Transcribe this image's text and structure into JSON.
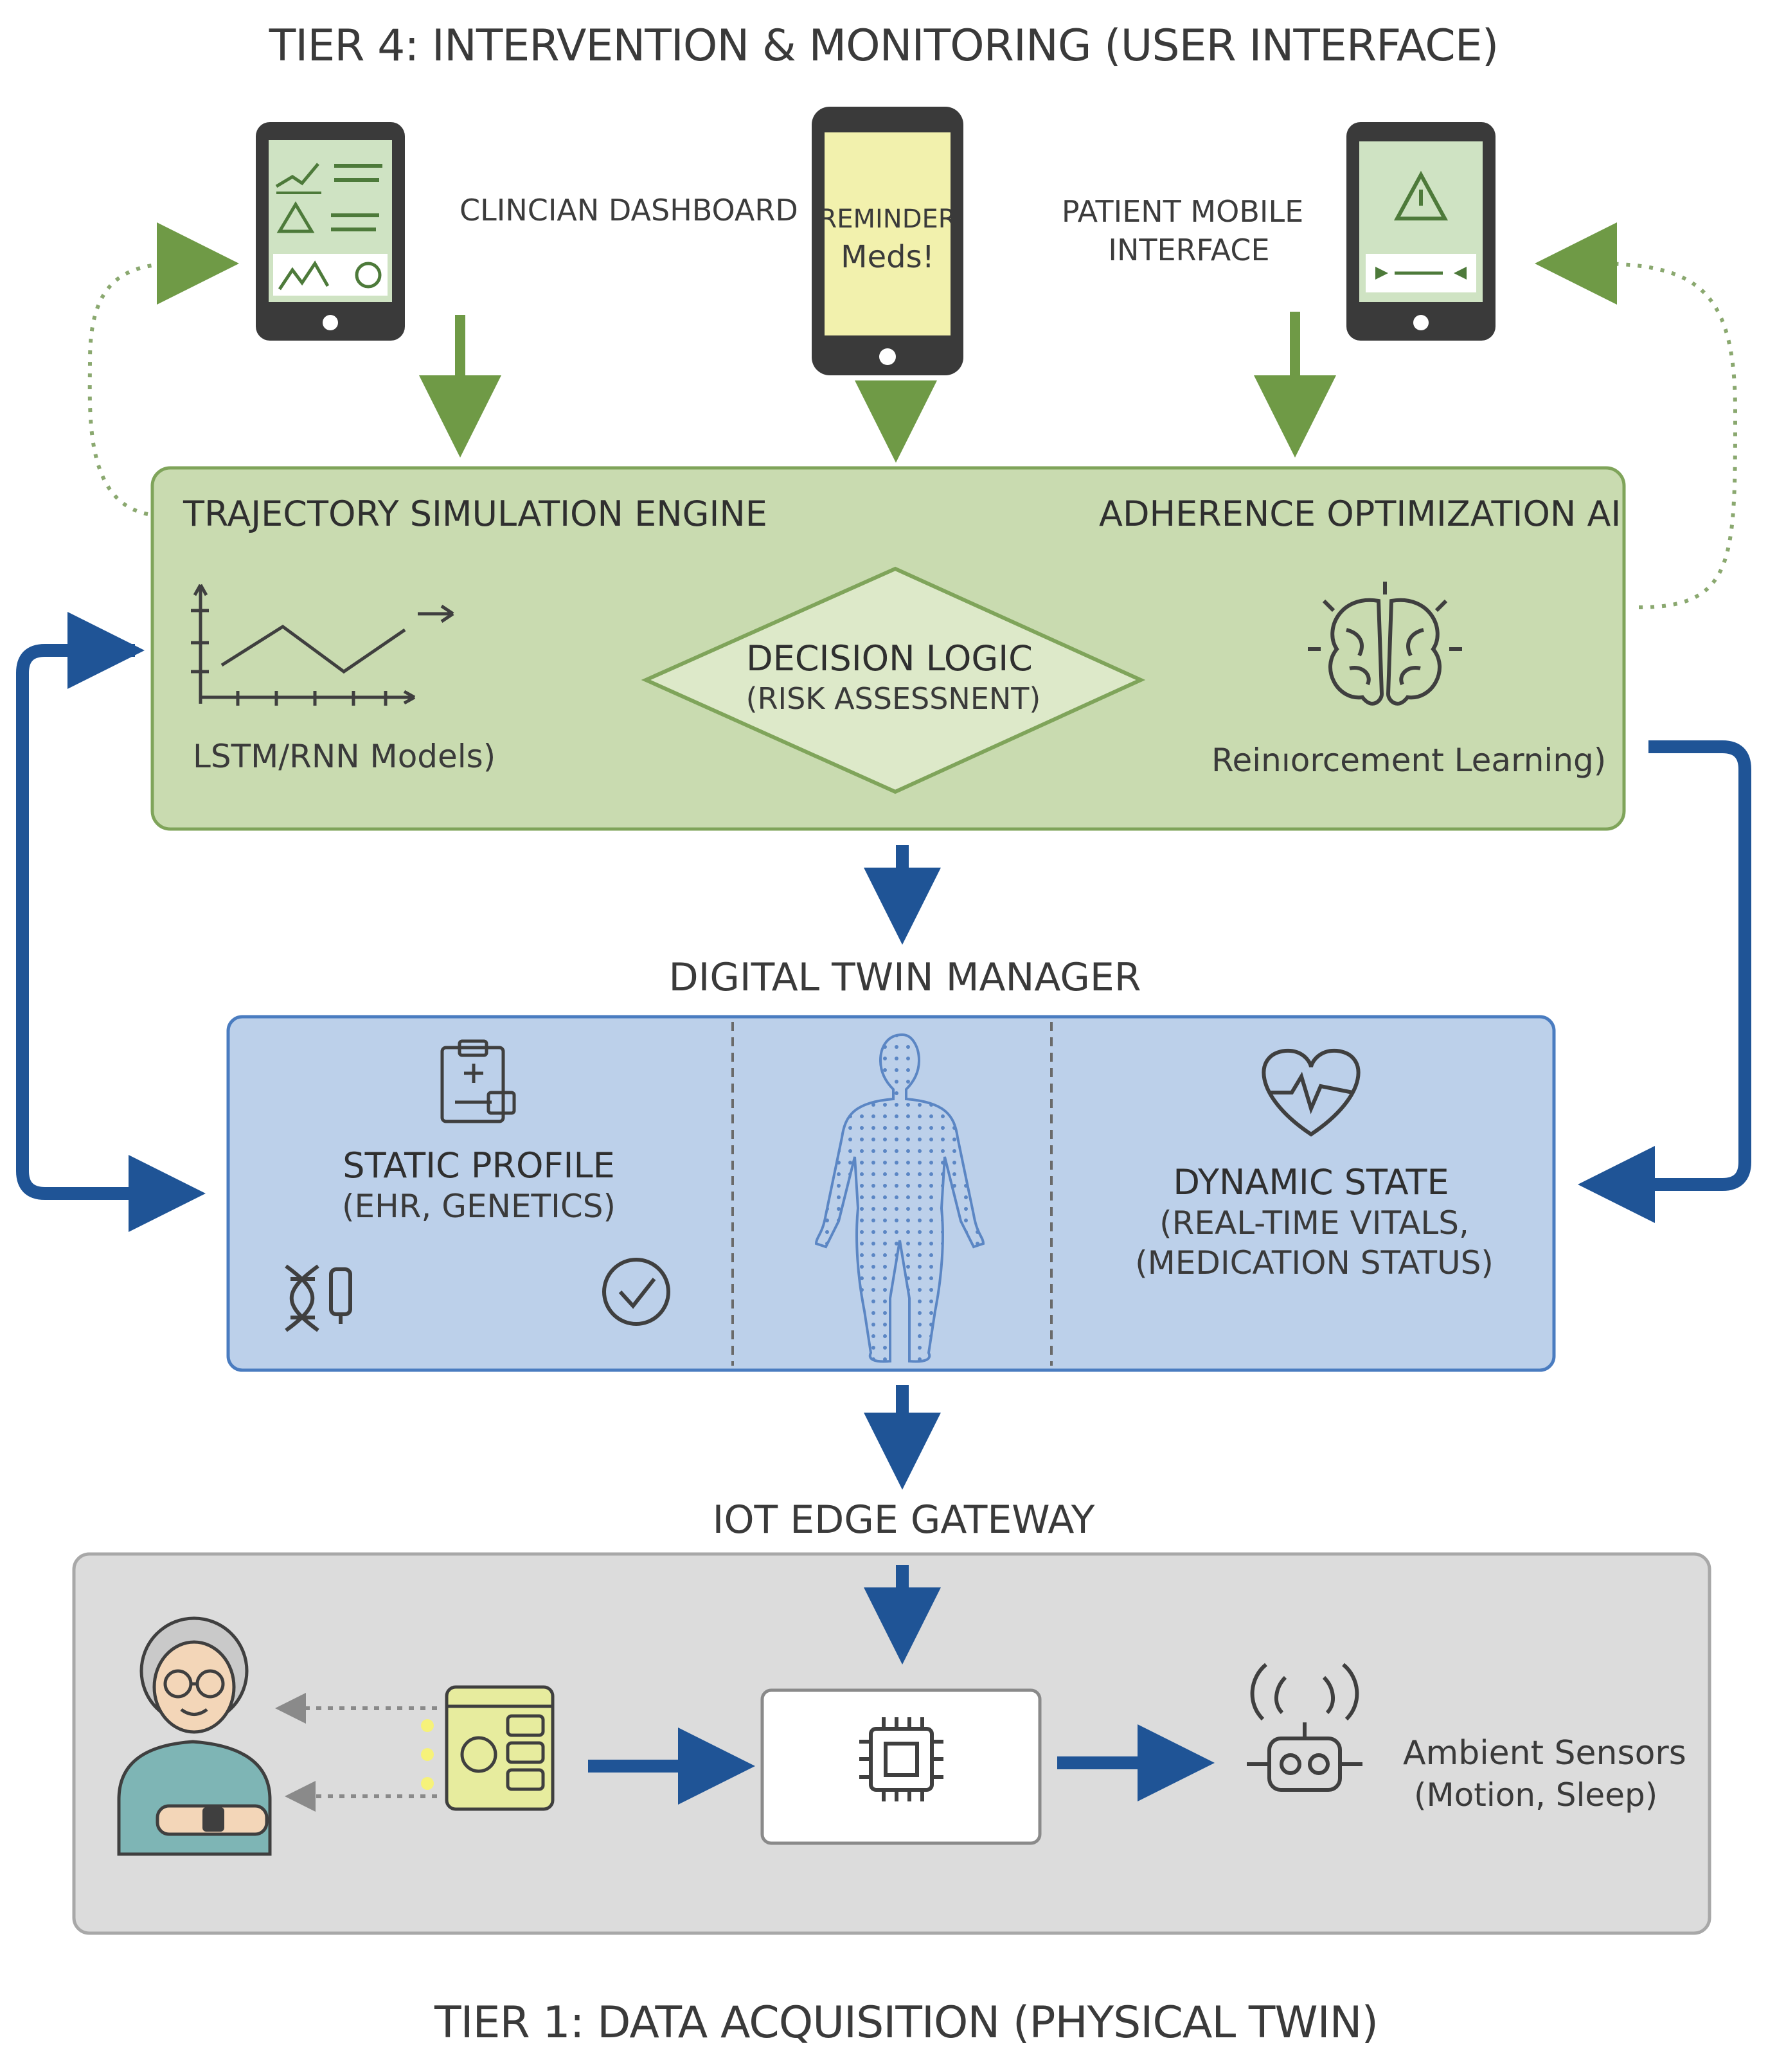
{
  "tier4_title": "TIER 4: INTERVENTION & MONITORING (USER INTERFACE)",
  "tier1_title": "TIER 1: DATA ACQUISITION (PHYSICAL TWIN)",
  "devices": {
    "clinician_label": "CLINCIAN DASHBOARD",
    "reminder_line1": "REMINDER",
    "reminder_line2": "Meds!",
    "patient_label_line1": "PATIENT MOBILE",
    "patient_label_line2": "INTERFACE"
  },
  "ai_layer": {
    "left_title": "TRAJECTORY SIMULATION ENGINE",
    "right_title": "ADHERENCE OPTIMIZATION AI",
    "decision_title": "DECISION LOGIC",
    "decision_sub": "(RISK ASSESSNENT)",
    "left_caption": "LSTM/RNN Models)",
    "right_caption": "Reinıorcement Learning)"
  },
  "twin": {
    "title": "DIGITAL TWIN MANAGER",
    "static_title": "STATIC PROFILE",
    "static_sub": "(EHR, GENETICS)",
    "dynamic_title": "DYNAMIC STATE",
    "dynamic_sub1": "(REAL-TIME VITALS,",
    "dynamic_sub2": "(MEDICATION STATUS)"
  },
  "gateway": {
    "title": "IOT EDGE GATEWAY",
    "ambient_title": "Ambient Sensors",
    "ambient_sub": "(Motion, Sleep)"
  },
  "colors": {
    "green_fill": "#c9dbb0",
    "green_stroke": "#7fa45a",
    "green_arrow": "#6f9a46",
    "blue_fill": "#bcd0ea",
    "blue_stroke": "#4a7cc0",
    "blue_arrow": "#1f5496",
    "gray_fill": "#dcdcdc",
    "phone_body": "#3a3a3a",
    "screen_green": "#cfe3c3",
    "screen_yellow": "#f2f1ad"
  }
}
